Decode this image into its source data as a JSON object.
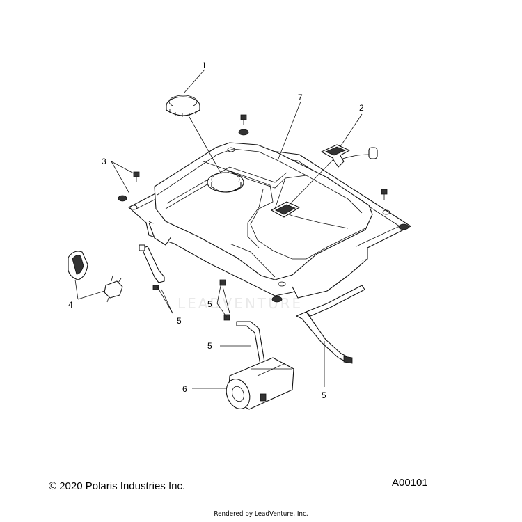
{
  "callouts": {
    "c1": "1",
    "c2": "2",
    "c3": "3",
    "c4": "4",
    "c5a": "5",
    "c5b": "5",
    "c5c": "5",
    "c5d": "5",
    "c6": "6",
    "c7": "7"
  },
  "watermark": "LEADVENTURE",
  "footer": {
    "copyright": "© 2020 Polaris Industries Inc.",
    "drawing_id": "A00101",
    "rendered_by": "Rendered by LeadVenture, Inc."
  }
}
